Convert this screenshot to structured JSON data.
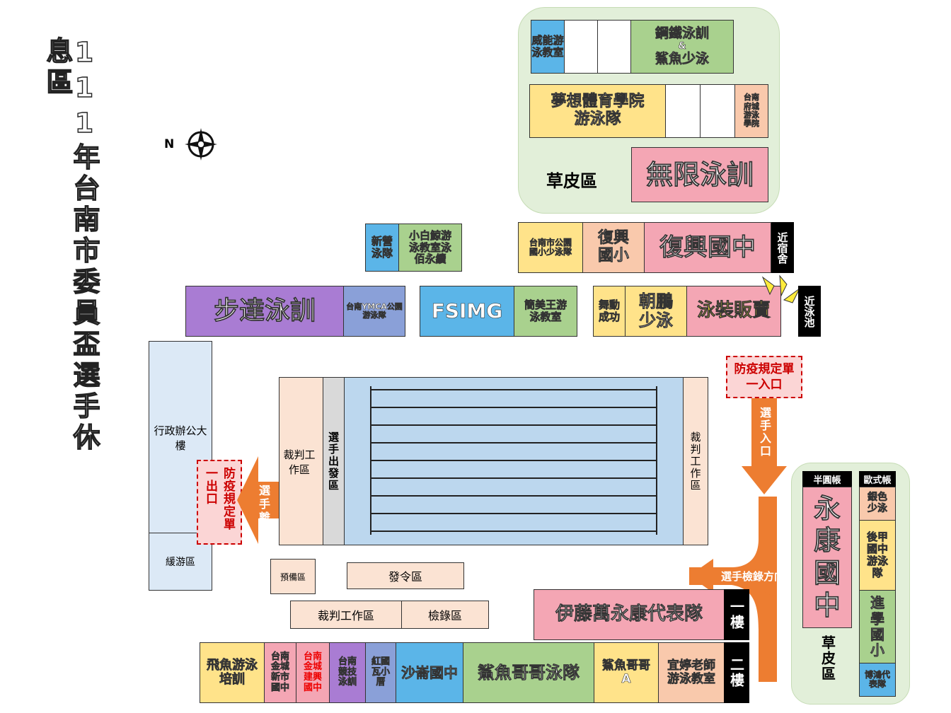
{
  "title": "111年台南市委員盃選手休息區",
  "compass": {
    "n_label": "N"
  },
  "grass_top": {
    "label": "草皮區",
    "weineng": "威能游泳教室",
    "gangtie": "鋼鐵泳訓",
    "amp": "&",
    "shayu_shao": "鯊魚少泳",
    "mengxiang": "夢想體育學院",
    "mengxiang2": "游泳隊",
    "fucheng": "台南府城游泳學院",
    "wuxian": "無限泳訓"
  },
  "row3": {
    "xinying": "新營泳隊",
    "xiaobaijing": "小白鯨游泳教室泳佰永續",
    "tainan_public": "台南市公園國小少泳隊",
    "fuxing_xiao": "復興國小",
    "fuxing_zhong": "復興國中",
    "near_dorm": "近宿舍"
  },
  "row4": {
    "buda": "步達泳訓",
    "ymca": "台南YMCA公園游泳隊",
    "fsimg": "FSIMG",
    "jianmeiwang": "簡美王游泳教室",
    "wudong": "舞動成功",
    "chaopeng": "朝鵬少泳",
    "swimwear": "泳裝販賣",
    "near_pool": "近泳池"
  },
  "pool": {
    "admin_building": "行政辦公大樓",
    "warmup": "緩游區",
    "judge_left": "裁判工作區",
    "start_area": "選手出發區",
    "judge_right": "裁判工作區",
    "exit_rule": "防疫規定單一出口",
    "leave": "選手離場",
    "entry_rule": "防疫規定單一入口",
    "enter": "選手入口",
    "checkin_dir": "選手檢錄方向"
  },
  "lower": {
    "prep": "預備區",
    "start_signal": "發令區",
    "judge_work": "裁判工作區",
    "checkin": "檢錄區",
    "ito": "伊藤萬永康代表隊",
    "floor1": "一樓",
    "floor2": "二樓"
  },
  "bottom_row": {
    "feiyu": "飛魚游泳培訓",
    "jincheng_xin": "台南金城新市國中",
    "jincheng_jian": "台南金城建興國中",
    "jingji": "台南競技泳訓",
    "hongguo": "紅國瓦小厝",
    "shalun": "沙崙國中",
    "shayu_gege": "鯊魚哥哥泳隊",
    "shayu_a": "鯊魚哥哥A",
    "yiting": "宜婷老師游泳教室"
  },
  "grass_right": {
    "half_tent": "半圓帳",
    "euro_tent": "歐式帳",
    "yongkang": "永康國中",
    "yinse": "銀色少泳",
    "houjia": "後甲國中游泳隊",
    "jinxue": "進學國小",
    "tonghong": "博鴻代表隊",
    "label": "草皮區"
  },
  "colors": {
    "blue": "#5bb5e8",
    "green": "#a9d18e",
    "yellow": "#ffe38a",
    "pink": "#f4a6b4",
    "purple": "#a97cd3",
    "slate": "#8aa0d8",
    "peach": "#f9c9ac",
    "orange": "#ed7d31",
    "pool": "#bcd7ee",
    "black": "#000000"
  }
}
